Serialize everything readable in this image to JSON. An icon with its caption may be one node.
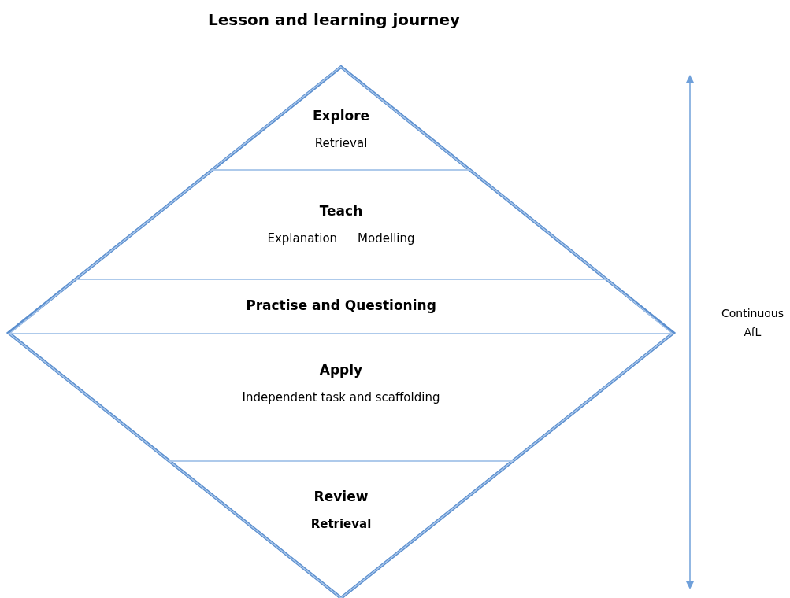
{
  "diagram": {
    "title": "Lesson and learning journey",
    "nodes": [
      {
        "text": [
          "Explore",
          "Retrieval"
        ]
      },
      {
        "text": [
          "Teach",
          "Explanation",
          "Modelling"
        ]
      },
      {
        "text": [
          "Practise and Questioning"
        ]
      },
      {
        "text": [
          "Apply",
          "Independent task and scaffolding"
        ]
      },
      {
        "text": [
          "Review",
          "Retrieval"
        ]
      }
    ],
    "labels": [
      "Continuous AfL"
    ]
  }
}
